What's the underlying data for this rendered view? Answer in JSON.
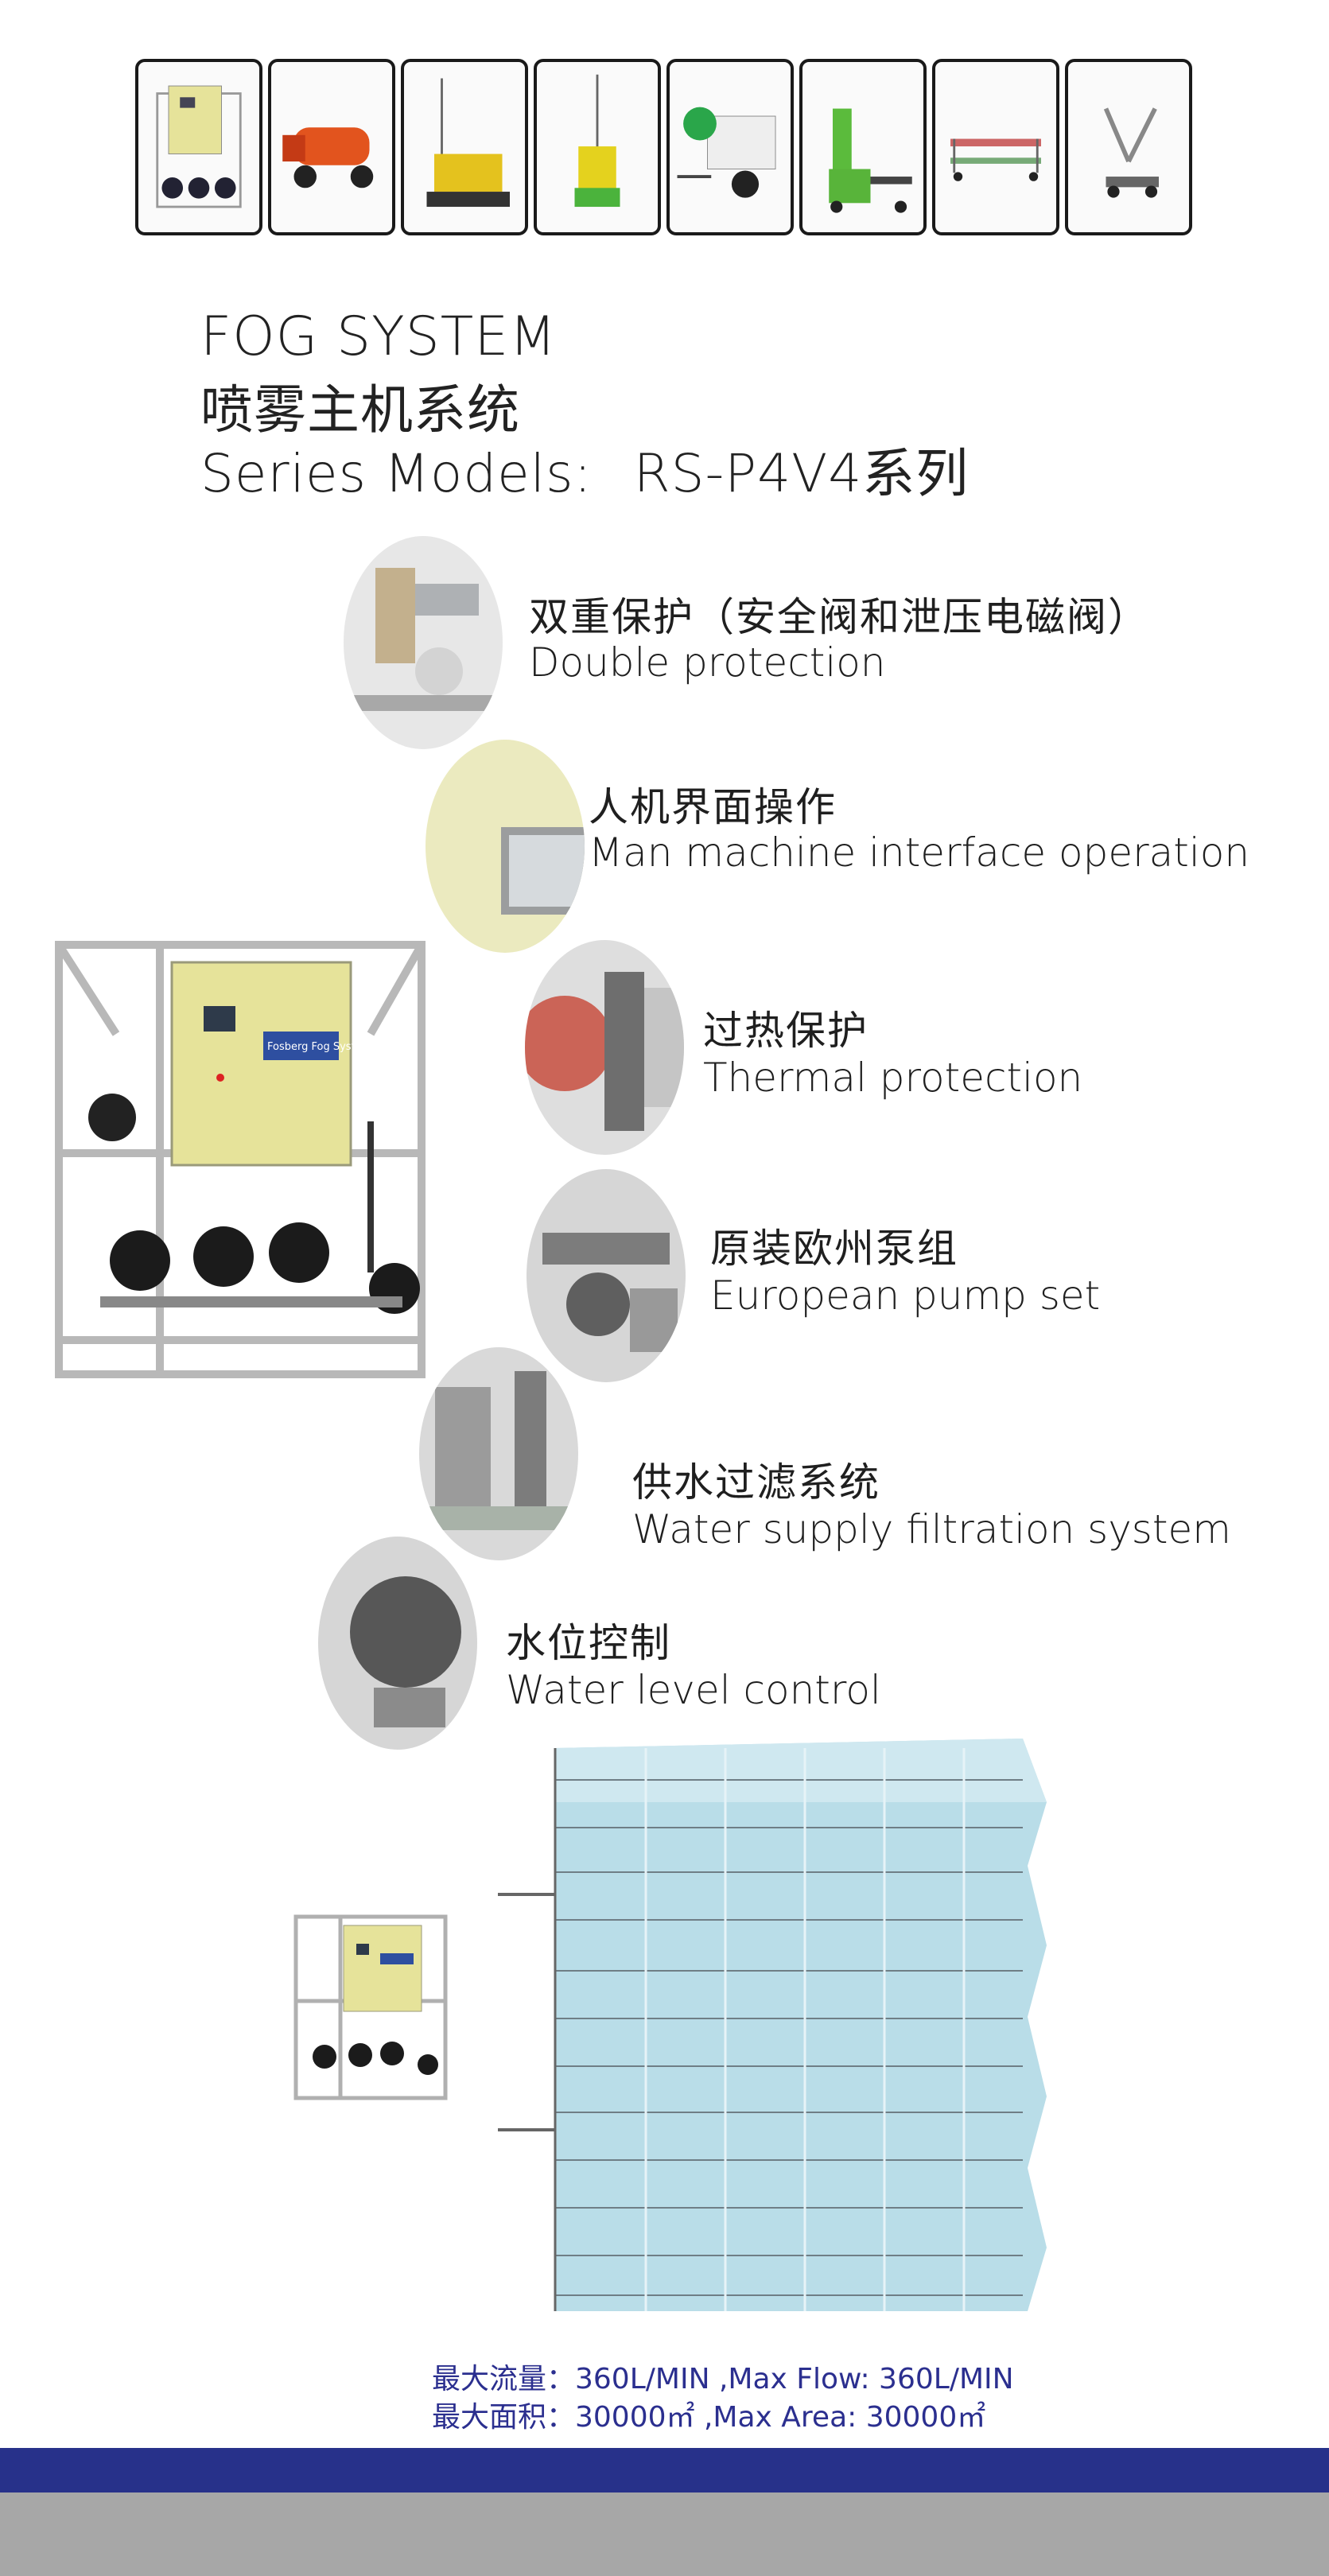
{
  "thumbnails": [
    {
      "name": "fog-system-cabinet"
    },
    {
      "name": "fog-cannon-trailer"
    },
    {
      "name": "mist-tower-cart"
    },
    {
      "name": "green-mist-pole"
    },
    {
      "name": "green-tank-trailer"
    },
    {
      "name": "green-hand-truck"
    },
    {
      "name": "flat-cart"
    },
    {
      "name": "fan-cart"
    }
  ],
  "heading": {
    "line1": "FOG SYSTEM",
    "line2": "喷雾主机系统",
    "line3_label": "Series Models:",
    "line3_value": "RS-P4V4系列"
  },
  "features": [
    {
      "zh": "双重保护（安全阀和泄压电磁阀）",
      "en": "Double protection"
    },
    {
      "zh": "人机界面操作",
      "en": "Man machine interface operation"
    },
    {
      "zh": "过热保护",
      "en": "Thermal protection"
    },
    {
      "zh": "原装欧州泵组",
      "en": "European pump set"
    },
    {
      "zh": "供水过滤系统",
      "en": "Water supply filtration system"
    },
    {
      "zh": "水位控制",
      "en": "Water level control"
    }
  ],
  "cabinet": {
    "brand": "Fosberg Fog System"
  },
  "specs": {
    "flow": "最大流量：360L/MIN ,Max Flow: 360L/MIN",
    "area": "最大面积：30000㎡    ,Max Area: 30000㎡"
  },
  "colors": {
    "accent_blue": "#27318a",
    "band_gray": "#a7a7a7",
    "cabinet_yellow": "#e6e39a",
    "greenhouse_blue": "#b9dde8"
  }
}
